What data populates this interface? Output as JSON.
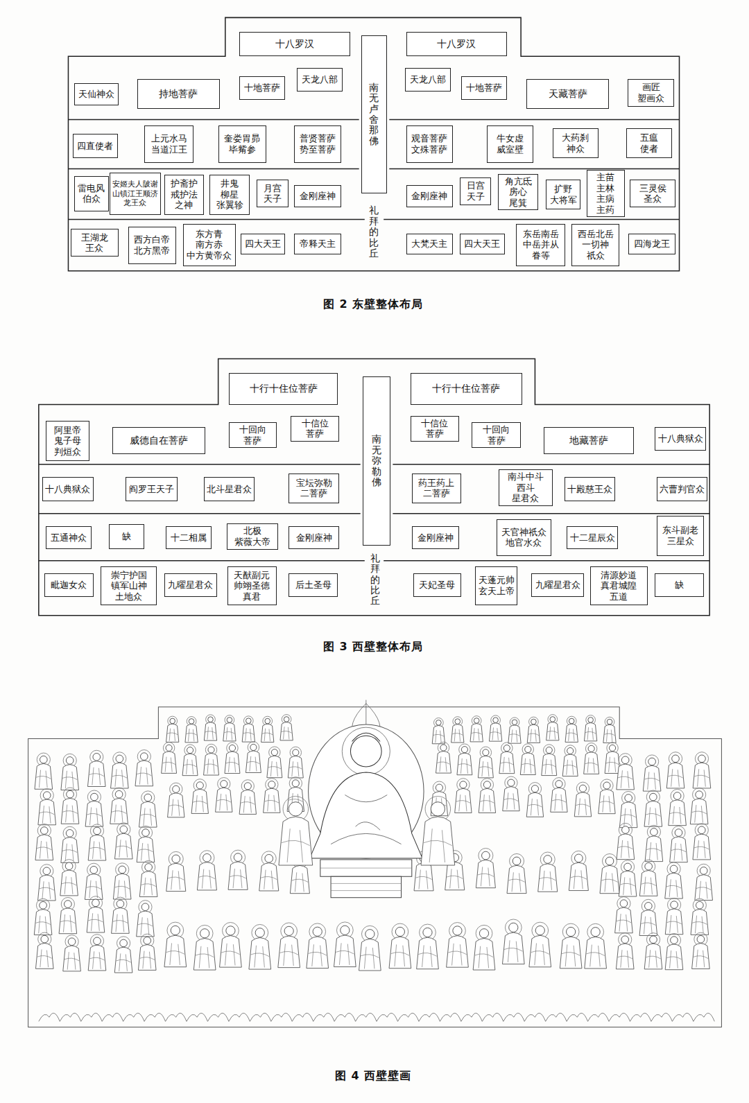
{
  "diagram": {
    "nodes": [
      {
        "text": [
          "十八罗汉"
        ]
      },
      {
        "text": [
          "十八罗汉"
        ]
      },
      {
        "text": [
          "南无卢舍那佛"
        ]
      },
      {
        "text": [
          "天仙神众"
        ]
      },
      {
        "text": [
          "持地菩萨"
        ]
      },
      {
        "text": [
          "十地菩萨"
        ]
      },
      {
        "text": [
          "天龙八部"
        ]
      },
      {
        "text": [
          "天龙八部"
        ]
      },
      {
        "text": [
          "十地菩萨"
        ]
      },
      {
        "text": [
          "天藏菩萨"
        ]
      },
      {
        "text": [
          "画匠 塑画众"
        ]
      },
      {
        "text": [
          "四直使者"
        ]
      },
      {
        "text": [
          "上元水马 当道江王"
        ]
      },
      {
        "text": [
          "奎娄胃昴 毕觜参"
        ]
      },
      {
        "text": [
          "普贤菩萨 势至菩萨"
        ]
      },
      {
        "text": [
          "观音菩萨 文殊菩萨"
        ]
      },
      {
        "text": [
          "牛女虚 威室壁"
        ]
      },
      {
        "text": [
          "大药刹 神众"
        ]
      },
      {
        "text": [
          "五瘟 使者"
        ]
      },
      {
        "text": [
          "雷电风 伯众"
        ]
      },
      {
        "text": [
          "安姬夫人陂谢 山镇江王顺济 龙王众"
        ]
      },
      {
        "text": [
          "护斋护 戒护法 之神"
        ]
      },
      {
        "text": [
          "井鬼 柳星 张翼轸"
        ]
      },
      {
        "text": [
          "月宫 天子"
        ]
      },
      {
        "text": [
          "金刚座神"
        ]
      },
      {
        "text": [
          "金刚座神"
        ]
      },
      {
        "text": [
          "日宫 天子"
        ]
      },
      {
        "text": [
          "角亢氐 房心 尾箕"
        ]
      },
      {
        "text": [
          "扩野 大将军"
        ]
      },
      {
        "text": [
          "主苗 主林 主病 主药"
        ]
      },
      {
        "text": [
          "三灵侯 圣众"
        ]
      },
      {
        "text": [
          "王湖龙 王众"
        ]
      },
      {
        "text": [
          "西方白帝 北方黑帝"
        ]
      },
      {
        "text": [
          "东方青 南方赤 中方黄帝众"
        ]
      },
      {
        "text": [
          "四大天王"
        ]
      },
      {
        "text": [
          "帝释天主"
        ]
      },
      {
        "text": [
          "大梵天主"
        ]
      },
      {
        "text": [
          "四大天王"
        ]
      },
      {
        "text": [
          "东岳南岳 中岳并从 眷等"
        ]
      },
      {
        "text": [
          "西岳北岳 一切神 祇众"
        ]
      },
      {
        "text": [
          "四海龙王"
        ]
      },
      {
        "text": [
          "十行十住位菩萨"
        ]
      },
      {
        "text": [
          "十行十住位菩萨"
        ]
      },
      {
        "text": [
          "南无弥勒佛"
        ]
      },
      {
        "text": [
          "阿里帝 鬼子母 判烜众"
        ]
      },
      {
        "text": [
          "威德自在菩萨"
        ]
      },
      {
        "text": [
          "十回向 菩萨"
        ]
      },
      {
        "text": [
          "十信位 菩萨"
        ]
      },
      {
        "text": [
          "十信位 菩萨"
        ]
      },
      {
        "text": [
          "十回向 菩萨"
        ]
      },
      {
        "text": [
          "地藏菩萨"
        ]
      },
      {
        "text": [
          "十八典狱众"
        ]
      },
      {
        "text": [
          "十八典狱众"
        ]
      },
      {
        "text": [
          "阎罗王天子"
        ]
      },
      {
        "text": [
          "北斗星君众"
        ]
      },
      {
        "text": [
          "宝坛弥勒 二菩萨"
        ]
      },
      {
        "text": [
          "药王药上 二菩萨"
        ]
      },
      {
        "text": [
          "南斗中斗 西斗 星君众"
        ]
      },
      {
        "text": [
          "十殿慈王众"
        ]
      },
      {
        "text": [
          "六曹判官众"
        ]
      },
      {
        "text": [
          "五通神众"
        ]
      },
      {
        "text": [
          "缺"
        ]
      },
      {
        "text": [
          "十二相属"
        ]
      },
      {
        "text": [
          "北极 紫薇大帝"
        ]
      },
      {
        "text": [
          "金刚座神"
        ]
      },
      {
        "text": [
          "金刚座神"
        ]
      },
      {
        "text": [
          "天官神祇众 地官水众"
        ]
      },
      {
        "text": [
          "十二星辰众"
        ]
      },
      {
        "text": [
          "东斗副老 三星众"
        ]
      },
      {
        "text": [
          "毗迦女众"
        ]
      },
      {
        "text": [
          "崇宁护国 镇军山神 土地众"
        ]
      },
      {
        "text": [
          "九曜星君众"
        ]
      },
      {
        "text": [
          "天猷副元 帅翊圣德 真君"
        ]
      },
      {
        "text": [
          "后土圣母"
        ]
      },
      {
        "text": [
          "天妃圣母"
        ]
      },
      {
        "text": [
          "天蓬元帅 玄天上帝"
        ]
      },
      {
        "text": [
          "九曜星君众"
        ]
      },
      {
        "text": [
          "清源妙道 真君城隍 五道"
        ]
      },
      {
        "text": [
          "缺"
        ]
      }
    ],
    "labels": [
      "礼拜的比丘",
      "图 2 东壁整体布局",
      "礼拜的比丘",
      "图 3 西壁整体布局",
      "图 4 西壁壁画"
    ]
  }
}
